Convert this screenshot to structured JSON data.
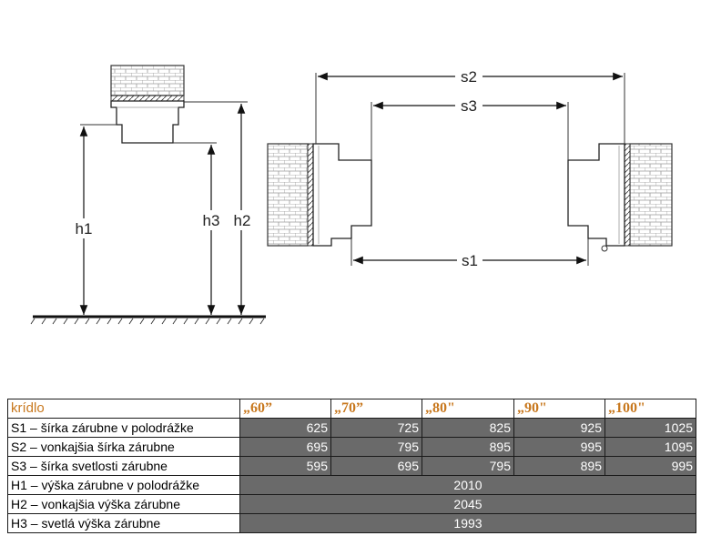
{
  "diagram": {
    "labels": {
      "h1": "h1",
      "h2": "h2",
      "h3": "h3",
      "s1": "s1",
      "s2": "s2",
      "s3": "s3"
    }
  },
  "table": {
    "header_label": "krídlo",
    "sizes": [
      "„60”",
      "„70”",
      "„80\"",
      "„90\"",
      "„100\""
    ],
    "width_rows": [
      {
        "label": "S1 – šírka zárubne v polodrážke",
        "values": [
          "625",
          "725",
          "825",
          "925",
          "1025"
        ]
      },
      {
        "label": "S2 – vonkajšia šírka zárubne",
        "values": [
          "695",
          "795",
          "895",
          "995",
          "1095"
        ]
      },
      {
        "label": "S3 – šírka svetlosti zárubne",
        "values": [
          "595",
          "695",
          "795",
          "895",
          "995"
        ]
      }
    ],
    "height_rows": [
      {
        "label": "H1 – výška zárubne v polodrážke",
        "value": "2010"
      },
      {
        "label": "H2 – vonkajšia výška zárubne",
        "value": "2045"
      },
      {
        "label": "H3 – svetlá výška zárubne",
        "value": "1993"
      }
    ]
  }
}
